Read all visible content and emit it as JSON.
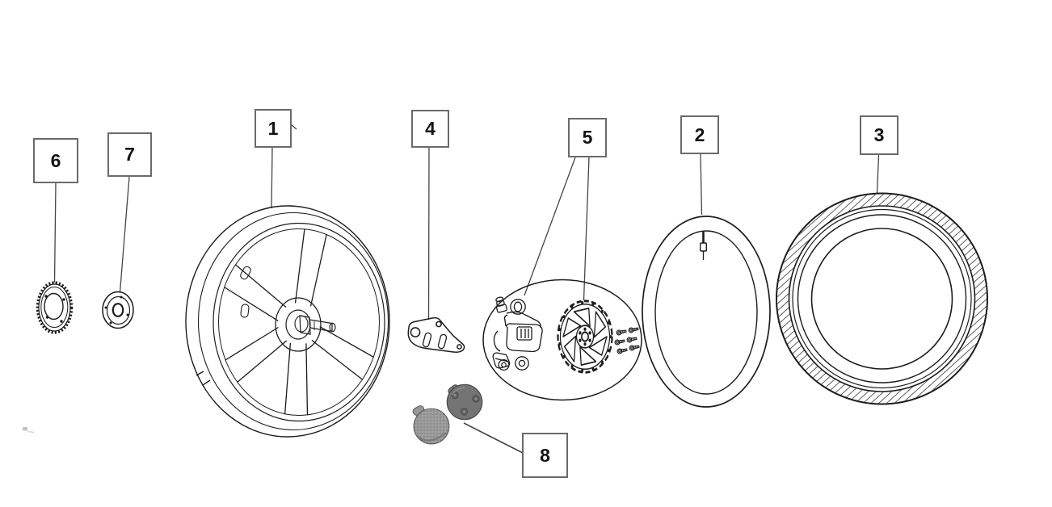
{
  "diagram": {
    "type": "exploded-parts-diagram",
    "subject": "bicycle wheel assembly",
    "background": "#ffffff",
    "line_color": "#1c1c1c",
    "leader_line_color": "#454545",
    "label_box_border": "#6a6a6a",
    "labels": [
      {
        "num": "1",
        "part": "mag-wheel"
      },
      {
        "num": "2",
        "part": "inner-tube"
      },
      {
        "num": "3",
        "part": "tire"
      },
      {
        "num": "4",
        "part": "brake-mount-bracket"
      },
      {
        "num": "5",
        "part": "disc-brake-caliper-rotor-and-bolts"
      },
      {
        "num": "6",
        "part": "sprocket"
      },
      {
        "num": "7",
        "part": "hub-flange-nut"
      },
      {
        "num": "8",
        "part": "brake-pads"
      }
    ],
    "colors": {
      "pad_light": "#989898",
      "pad_dark": "#747474"
    }
  }
}
